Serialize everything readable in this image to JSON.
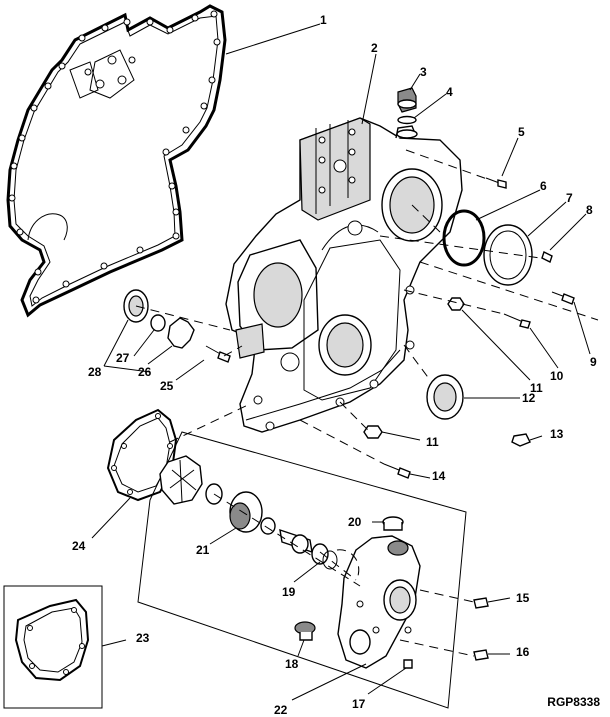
{
  "diagram": {
    "reference_code": "RGP8338",
    "callouts": [
      {
        "id": "c1",
        "label": "1"
      },
      {
        "id": "c2",
        "label": "2"
      },
      {
        "id": "c3",
        "label": "3"
      },
      {
        "id": "c4",
        "label": "4"
      },
      {
        "id": "c5",
        "label": "5"
      },
      {
        "id": "c6",
        "label": "6"
      },
      {
        "id": "c7",
        "label": "7"
      },
      {
        "id": "c8",
        "label": "8"
      },
      {
        "id": "c9",
        "label": "9"
      },
      {
        "id": "c10",
        "label": "10"
      },
      {
        "id": "c11a",
        "label": "11"
      },
      {
        "id": "c11b",
        "label": "11"
      },
      {
        "id": "c12",
        "label": "12"
      },
      {
        "id": "c13",
        "label": "13"
      },
      {
        "id": "c14",
        "label": "14"
      },
      {
        "id": "c15",
        "label": "15"
      },
      {
        "id": "c16",
        "label": "16"
      },
      {
        "id": "c17",
        "label": "17"
      },
      {
        "id": "c18",
        "label": "18"
      },
      {
        "id": "c19",
        "label": "19"
      },
      {
        "id": "c20",
        "label": "20"
      },
      {
        "id": "c21",
        "label": "21"
      },
      {
        "id": "c22",
        "label": "22"
      },
      {
        "id": "c23",
        "label": "23"
      },
      {
        "id": "c24",
        "label": "24"
      },
      {
        "id": "c25",
        "label": "25"
      },
      {
        "id": "c26",
        "label": "26"
      },
      {
        "id": "c27",
        "label": "27"
      },
      {
        "id": "c28",
        "label": "28"
      }
    ]
  }
}
